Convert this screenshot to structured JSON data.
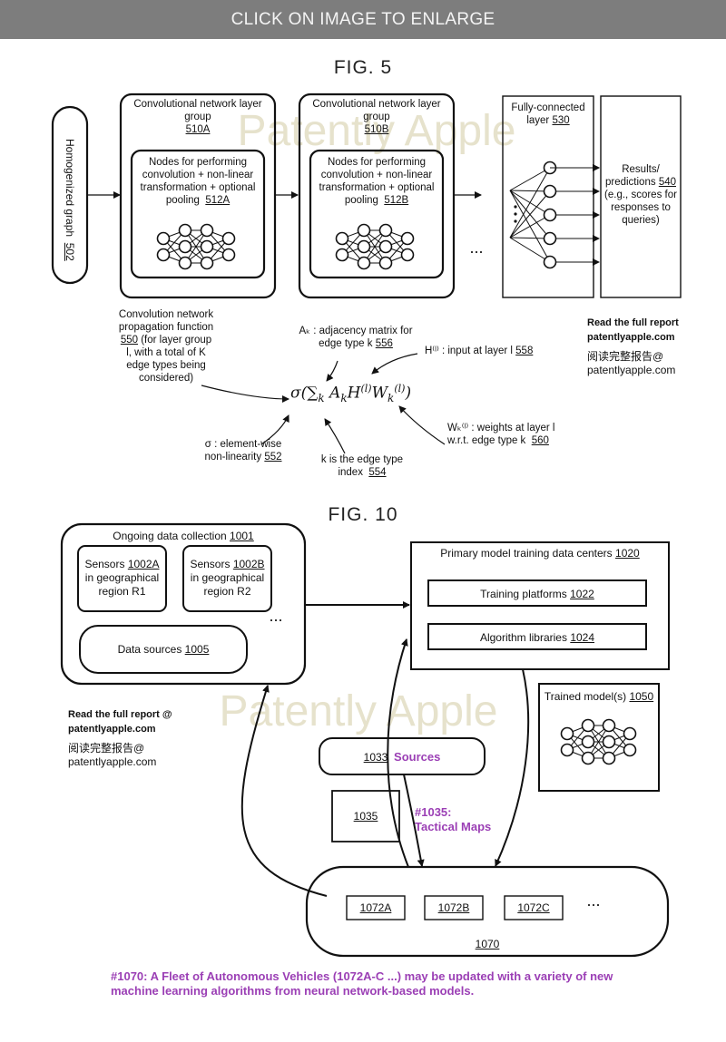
{
  "banner": "CLICK ON IMAGE TO ENLARGE",
  "watermark": "Patently Apple",
  "fig5": {
    "title": "FIG. 5",
    "input_label": "Homogenized graph",
    "input_ref": "502",
    "group_a_title": "Convolutional network layer group",
    "group_a_ref": "510A",
    "group_a_nodes_line1": "Nodes for performing",
    "group_a_nodes_line2": "convolution + non-linear",
    "group_a_nodes_line3": "transformation + optional",
    "group_a_nodes_line4": "pooling",
    "group_a_nodes_ref": "512A",
    "group_b_title": "Convolutional network layer group",
    "group_b_ref": "510B",
    "group_b_nodes_line1": "Nodes for performing",
    "group_b_nodes_line2": "convolution + non-linear",
    "group_b_nodes_line3": "transformation + optional",
    "group_b_nodes_line4": "pooling",
    "group_b_nodes_ref": "512B",
    "ellipsis": "...",
    "fc_title_line1": "Fully-connected",
    "fc_title_line2": "layer",
    "fc_ref": "530",
    "results_line1": "Results/",
    "results_line2": "predictions",
    "results_ref": "540",
    "results_line3": "(e.g., scores for",
    "results_line4": "responses to",
    "results_line5": "queries)",
    "prop_line1": "Convolution network",
    "prop_line2": "propagation function",
    "prop_ref": "550",
    "prop_line3": "(for layer group",
    "prop_line4": "l, with a total of K",
    "prop_line5": "edge types being",
    "prop_line6": "considered)",
    "adj_line1": "Aₖ : adjacency matrix for",
    "adj_line2": "edge type k",
    "adj_ref": "556",
    "h_label": "H⁽ˡ⁾ : input at layer l",
    "h_ref": "558",
    "w_line1": "Wₖ⁽ˡ⁾ : weights at layer l",
    "w_line2": "w.r.t. edge type k",
    "w_ref": "560",
    "sigma_line1": "σ : element-wise",
    "sigma_line2": "non-linearity",
    "sigma_ref": "552",
    "k_line1": "k is the edge type",
    "k_line2": "index",
    "k_ref": "554"
  },
  "side_note_1": {
    "line1": "Read the full report",
    "line2": "patentlyapple.com",
    "line3": "阅读完整报告@",
    "line4": "patentlyapple.com"
  },
  "fig10": {
    "title": "FIG. 10",
    "collection_title": "Ongoing data collection",
    "collection_ref": "1001",
    "sensors_a_line1": "Sensors",
    "sensors_a_ref": "1002A",
    "sensors_a_line2": "in geographical",
    "sensors_a_line3": "region R1",
    "sensors_b_line1": "Sensors",
    "sensors_b_ref": "1002B",
    "sensors_b_line2": "in geographical",
    "sensors_b_line3": "region R2",
    "ellipsis": "...",
    "data_sources": "Data sources",
    "data_sources_ref": "1005",
    "primary_title": "Primary model training data centers",
    "primary_ref": "1020",
    "training_platforms": "Training platforms",
    "training_platforms_ref": "1022",
    "algorithm_libraries": "Algorithm libraries",
    "algorithm_libraries_ref": "1024",
    "trained_models": "Trained model(s)",
    "trained_models_ref": "1050",
    "sources_ref": "1033",
    "sources_label": "Sources",
    "box_1035": "1035",
    "tactical_line1": "#1035:",
    "tactical_line2": "Tactical Maps",
    "vehicle_a": "1072A",
    "vehicle_b": "1072B",
    "vehicle_c": "1072C",
    "vehicles_ellipsis": "...",
    "fleet_ref": "1070"
  },
  "side_note_2": {
    "line1": "Read the full report @",
    "line2": "patentlyapple.com",
    "line3": "阅读完整报告@",
    "line4": "patentlyapple.com"
  },
  "caption_line1": "#1070: A Fleet of Autonomous Vehicles (1072A-C ...) may be updated with a variety of new",
  "caption_line2": "machine learning algorithms from neural network-based models.",
  "colors": {
    "banner_bg": "#7d7d7d",
    "accent_purple": "#9b3fb5",
    "watermark": "#e6e2cc"
  }
}
